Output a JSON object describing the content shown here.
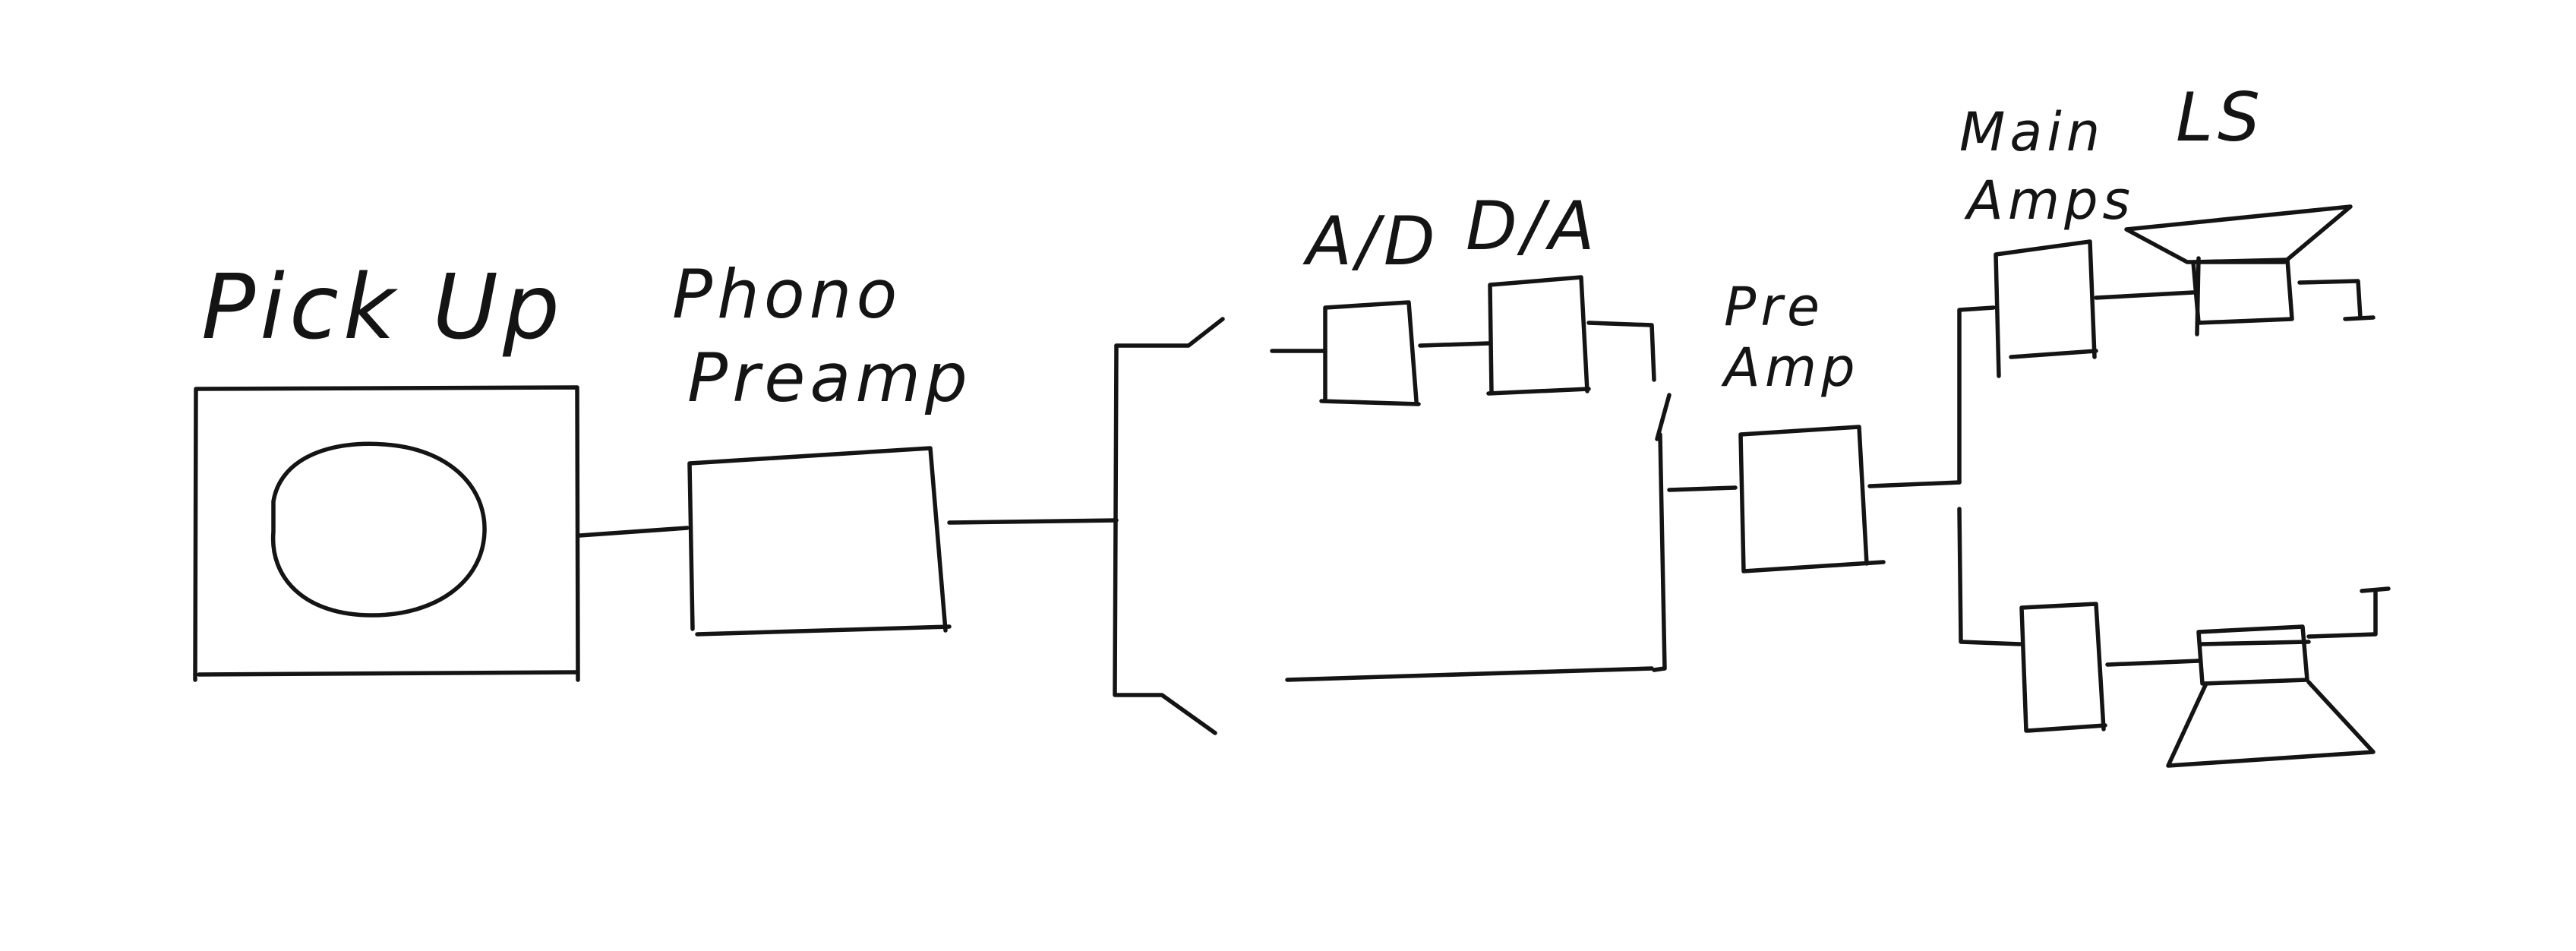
{
  "labels": {
    "pickup": "Pick Up",
    "phono_line1": "Phono",
    "phono_line2": "Preamp",
    "ad": "A/D",
    "da": "D/A",
    "pre_line1": "Pre",
    "pre_line2": "Amp",
    "main_line1": "Main",
    "main_line2": "Amps",
    "ls": "LS"
  },
  "colors": {
    "ink": "#141414",
    "paper": "#ffffff"
  }
}
